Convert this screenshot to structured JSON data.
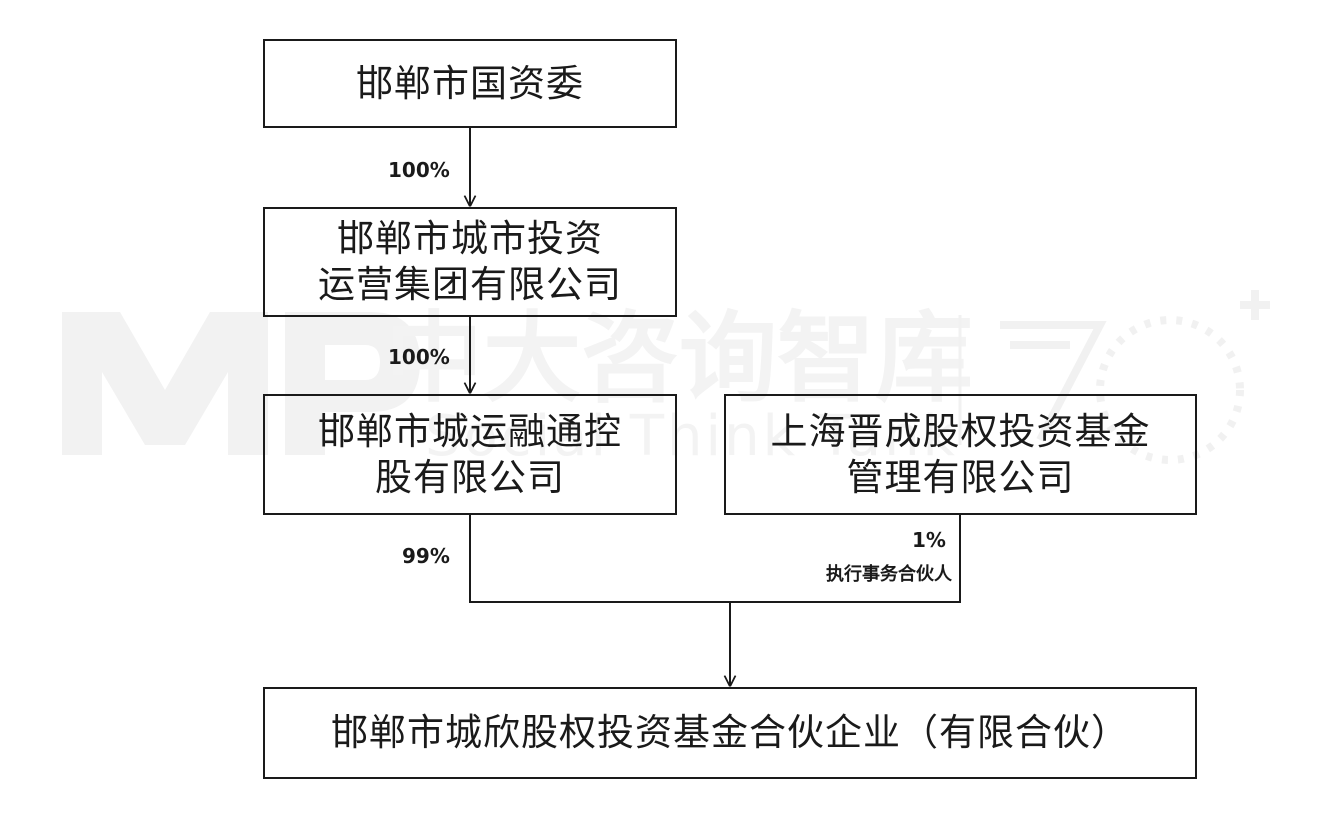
{
  "nodes": {
    "sasac": {
      "lines": [
        "邯郸市国资委"
      ]
    },
    "city_invest": {
      "lines": [
        "邯郸市城市投资",
        "运营集团有限公司"
      ]
    },
    "rongtong": {
      "lines": [
        "邯郸市城运融通控",
        "股有限公司"
      ]
    },
    "jincheng": {
      "lines": [
        "上海晋成股权投资基金",
        "管理有限公司"
      ]
    },
    "fund": {
      "lines": [
        "邯郸市城欣股权投资基金合伙企业（有限合伙）"
      ]
    }
  },
  "edges": {
    "sasac_to_city_invest": {
      "pct": "100%"
    },
    "city_invest_to_rongtong": {
      "pct": "100%"
    },
    "rongtong_to_fund": {
      "pct": "99%"
    },
    "jincheng_to_fund": {
      "pct": "1%",
      "role": "执行事务合伙人"
    }
  },
  "watermark": {
    "text": "中大咨询智库",
    "subtext": "Social Think Tank"
  },
  "colors": {
    "line": "#1a1a1a",
    "watermark": "#f1f1f1"
  }
}
